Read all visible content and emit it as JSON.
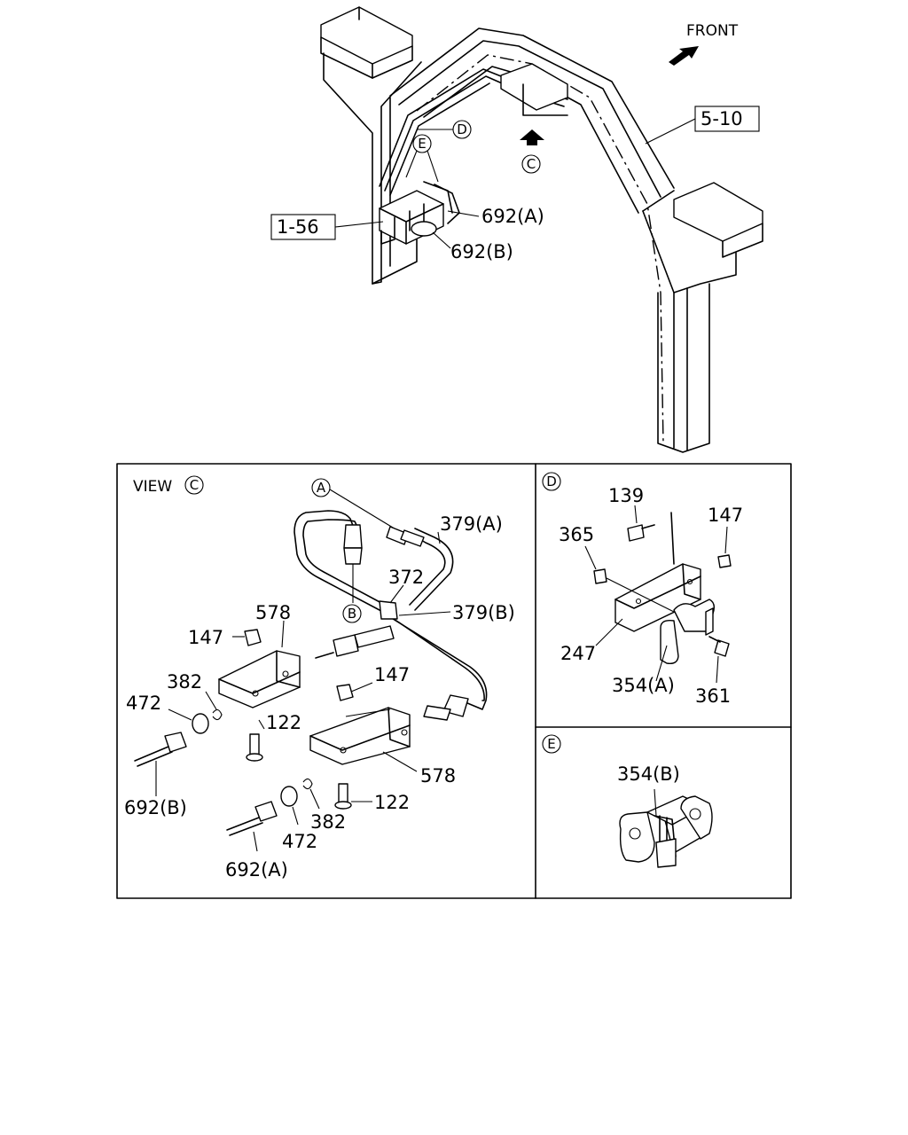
{
  "overview": {
    "front_label": "FRONT",
    "ref_5_10": "5-10",
    "ref_1_56": "1-56",
    "callout_d": "D",
    "callout_e": "E",
    "callout_c": "C",
    "label_692a": "692(A)",
    "label_692b": "692(B)"
  },
  "view_c": {
    "title": "VIEW",
    "title_circle": "C",
    "callout_a": "A",
    "callout_b": "B",
    "label_379a": "379(A)",
    "label_379b": "379(B)",
    "label_372": "372",
    "label_578_top": "578",
    "label_578_bottom": "578",
    "label_147_left": "147",
    "label_147_right": "147",
    "label_382_top": "382",
    "label_382_bottom": "382",
    "label_472_top": "472",
    "label_472_bottom": "472",
    "label_122_top": "122",
    "label_122_bottom": "122",
    "label_692b": "692(B)",
    "label_692a": "692(A)"
  },
  "view_d": {
    "title_circle": "D",
    "label_139": "139",
    "label_147": "147",
    "label_365": "365",
    "label_247": "247",
    "label_354a": "354(A)",
    "label_361": "361"
  },
  "view_e": {
    "title_circle": "E",
    "label_354b": "354(B)"
  }
}
